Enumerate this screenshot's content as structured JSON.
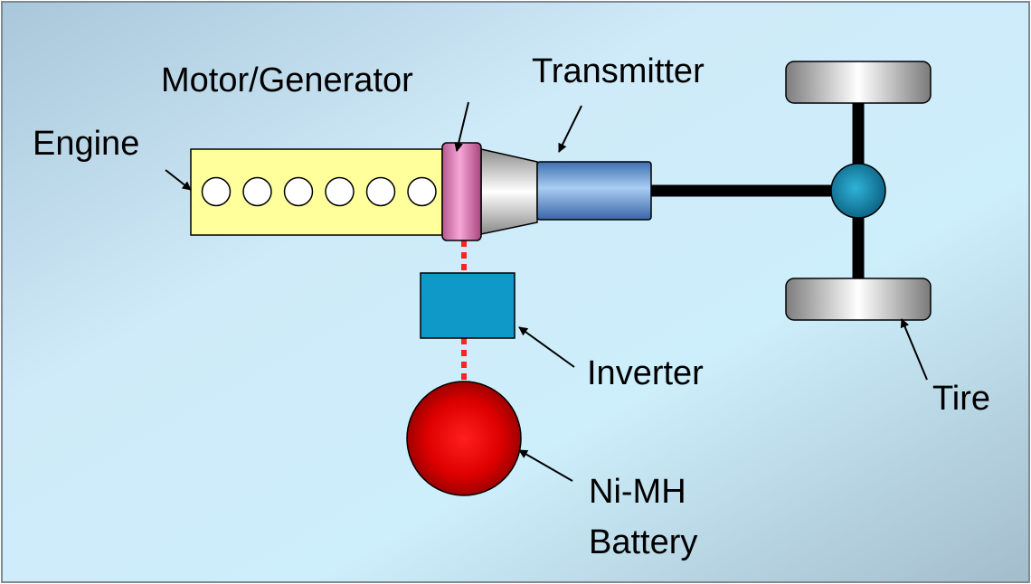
{
  "labels": {
    "motor_generator": "Motor/Generator",
    "transmitter": "Transmitter",
    "engine": "Engine",
    "inverter": "Inverter",
    "tire": "Tire",
    "battery_line1": "Ni-MH",
    "battery_line2": "Battery"
  },
  "engine_cylinder_count": 6,
  "colors": {
    "background_light": "#d6f0fb",
    "background_dark": "#a7bfcf",
    "engine_fill": "#ffff9c",
    "motor_fill": "#f27cc4",
    "transmitter_fill": "#6a9ed8",
    "inverter_fill": "#0e99c9",
    "battery_fill": "#e00000",
    "link_line": "#ff2020",
    "shaft": "#000000",
    "hub_fill": "#1590b8",
    "tire_fill": "#d8d8d8"
  }
}
